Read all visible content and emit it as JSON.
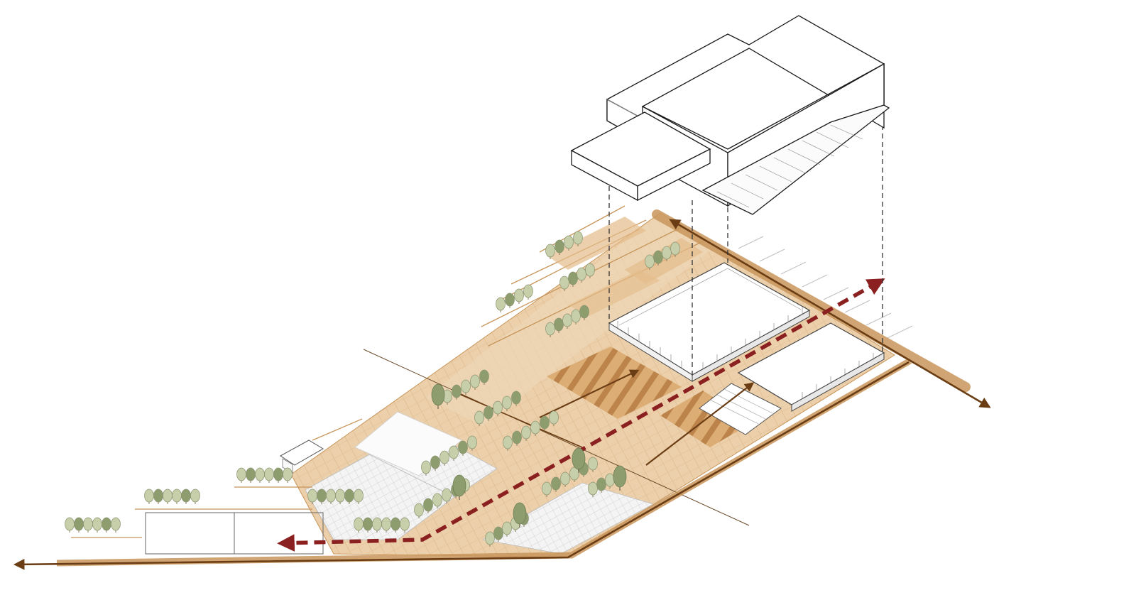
{
  "diagram": {
    "kind": "exploded axonometric site diagram",
    "labels": []
  },
  "colors": {
    "plaza": "#e9c9a0",
    "plaza_dark": "#d8a46a",
    "plank_stripe": "#b77a3c",
    "path_brown": "#6b3d14",
    "edge_tan": "#c8955a",
    "route_red": "#8b2020",
    "tree_fill": "#c7cfaa",
    "tree_dark": "#8e9d6e",
    "line_grey": "#9a9a9a",
    "building_stroke": "#1a1a1a"
  },
  "icons": {
    "main_route_arrow": "dashed-double-arrow",
    "access_arrows": "solid-arrow",
    "vertical_projection": "dashed-line"
  }
}
